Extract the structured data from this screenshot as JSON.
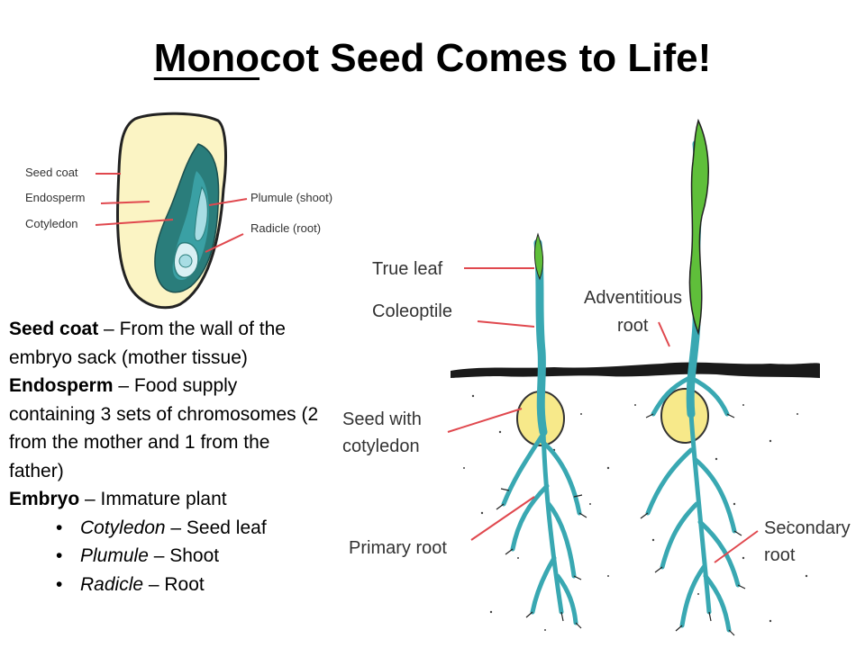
{
  "title": {
    "underlined": "Mono",
    "rest": "cot Seed Comes to Life!"
  },
  "seed_labels": {
    "seed_coat": "Seed coat",
    "endosperm": "Endosperm",
    "cotyledon": "Cotyledon",
    "plumule": "Plumule (shoot)",
    "radicle": "Radicle (root)"
  },
  "plant_labels": {
    "true_leaf": "True leaf",
    "coleoptile": "Coleoptile",
    "adventitious_1": "Adventitious",
    "adventitious_2": "root",
    "seed_with_1": "Seed with",
    "seed_with_2": "cotyledon",
    "primary_root": "Primary root",
    "secondary_1": "Secondary",
    "secondary_2": "root"
  },
  "description": {
    "seed_coat_term": "Seed coat",
    "seed_coat_text": " – From the wall of the embryo sack (mother tissue)",
    "endosperm_term": "Endosperm",
    "endosperm_text": " – Food supply containing 3 sets of chromosomes (2 from the mother and 1 from the father)",
    "embryo_term": "Embryo",
    "embryo_text": " – Immature plant",
    "bullets": [
      {
        "term": "Cotyledon",
        "text": " – Seed leaf"
      },
      {
        "term": "Plumule",
        "text": " – Shoot"
      },
      {
        "term": "Radicle",
        "text": " – Root"
      }
    ]
  },
  "colors": {
    "label_line": "#e0484e",
    "seed_fill": "#fbf4c4",
    "embryo_dark": "#2a7d7b",
    "embryo_mid": "#3aa0a4",
    "embryo_light": "#a8dde4",
    "plant_teal": "#39a8b2",
    "leaf_green": "#5fbf3a",
    "soil": "#1a1a1a",
    "label_text": "#333333"
  }
}
